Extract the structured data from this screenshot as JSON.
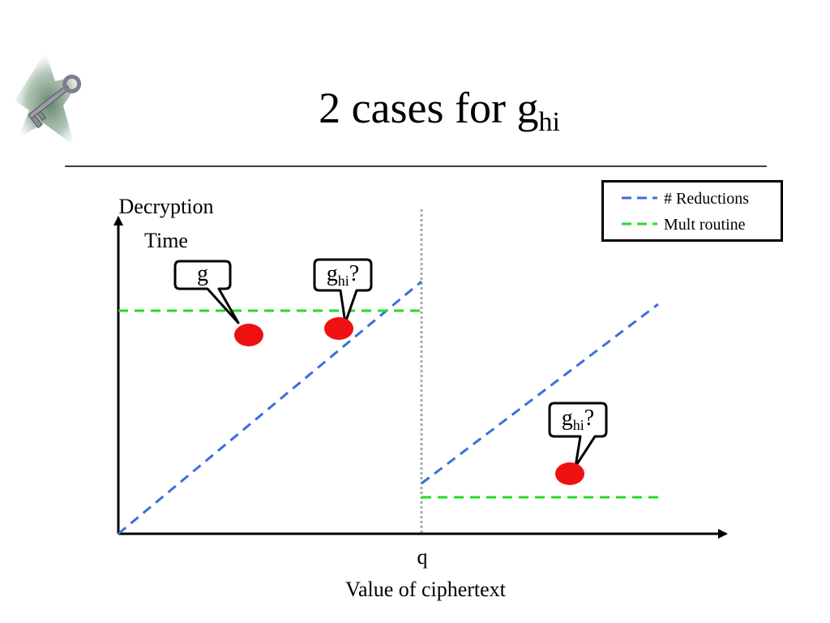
{
  "slide": {
    "title_main": "2 cases for g",
    "title_sub": "hi",
    "logo_icon": "skeleton-key-icon"
  },
  "axes": {
    "y_label_line1": "Decryption",
    "y_label_line2": "Time",
    "x_label": "Value of ciphertext",
    "q_label": "q"
  },
  "legend": {
    "items": [
      {
        "label": "# Reductions",
        "color": "#3a6fe0",
        "style": "dashed"
      },
      {
        "label": "Mult routine",
        "color": "#22dd22",
        "style": "dashed"
      }
    ]
  },
  "callouts": {
    "g": {
      "text": "g"
    },
    "ghi_upper": {
      "base": "g",
      "sub": "hi",
      "suffix": "?"
    },
    "ghi_lower": {
      "base": "g",
      "sub": "hi",
      "suffix": "?"
    }
  },
  "colors": {
    "reductions": "#3a6fe0",
    "mult_routine": "#22dd22",
    "point": "#ee1111",
    "divider": "#aaaaaa"
  }
}
